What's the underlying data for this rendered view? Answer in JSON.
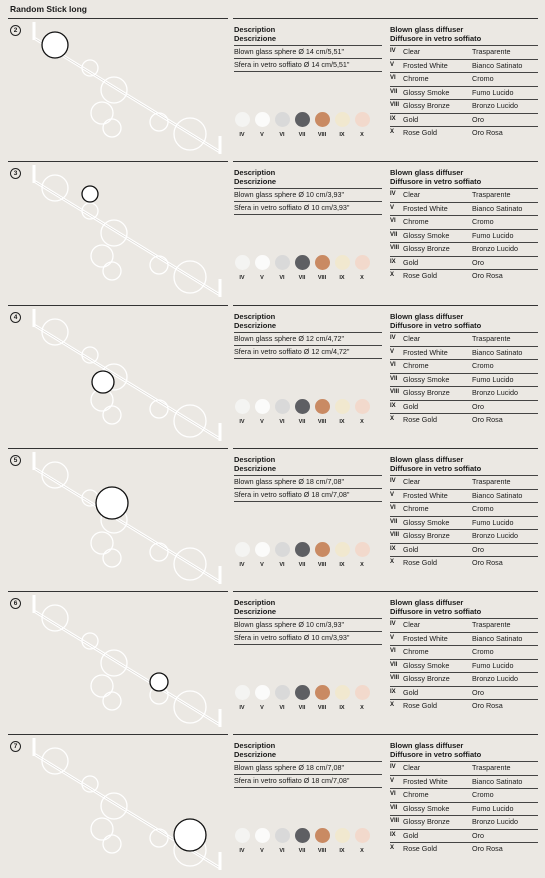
{
  "page_title": "Random Stick long",
  "sections": [
    {
      "number": "2",
      "desc_title_en": "Description",
      "desc_title_it": "Descrizione",
      "desc_en": "Blown glass sphere Ø 14 cm/5,51\"",
      "desc_it": "Sfera in vetro soffiato Ø 14 cm/5,51\"",
      "diff_title_en": "Blown glass diffuser",
      "diff_title_it": "Diffusore in vetro soffiato",
      "highlight_position": 0.0
    },
    {
      "number": "3",
      "desc_title_en": "Description",
      "desc_title_it": "Descrizione",
      "desc_en": "Blown glass sphere Ø 10 cm/3,93\"",
      "desc_it": "Sfera in vetro soffiato Ø 10 cm/3,93\"",
      "diff_title_en": "Blown glass diffuser",
      "diff_title_it": "Diffusore in vetro soffiato"
    },
    {
      "number": "4",
      "desc_title_en": "Description",
      "desc_title_it": "Descrizione",
      "desc_en": "Blown glass sphere Ø 12 cm/4,72\"",
      "desc_it": "Sfera in vetro soffiato Ø 12 cm/4,72\"",
      "diff_title_en": "Blown glass diffuser",
      "diff_title_it": "Diffusore in vetro soffiato"
    },
    {
      "number": "5",
      "desc_title_en": "Description",
      "desc_title_it": "Descrizione",
      "desc_en": "Blown glass sphere Ø 18 cm/7,08\"",
      "desc_it": "Sfera in vetro soffiato Ø 18 cm/7,08\"",
      "diff_title_en": "Blown glass diffuser",
      "diff_title_it": "Diffusore in vetro soffiato"
    },
    {
      "number": "6",
      "desc_title_en": "Description",
      "desc_title_it": "Descrizione",
      "desc_en": "Blown glass sphere Ø 10 cm/3,93\"",
      "desc_it": "Sfera in vetro soffiato Ø 10 cm/3,93\"",
      "diff_title_en": "Blown glass diffuser",
      "diff_title_it": "Diffusore in vetro soffiato"
    },
    {
      "number": "7",
      "desc_title_en": "Description",
      "desc_title_it": "Descrizione",
      "desc_en": "Blown glass sphere Ø 18 cm/7,08\"",
      "desc_it": "Sfera in vetro soffiato Ø 18 cm/7,08\"",
      "diff_title_en": "Blown glass diffuser",
      "diff_title_it": "Diffusore in vetro soffiato"
    }
  ],
  "finishes": [
    {
      "roman": "IV",
      "en": "Clear",
      "it": "Trasparente",
      "color": "#f4f4f2"
    },
    {
      "roman": "V",
      "en": "Frosted White",
      "it": "Bianco Satinato",
      "color": "#fbfbfa"
    },
    {
      "roman": "VI",
      "en": "Chrome",
      "it": "Cromo",
      "color": "#d9d9d9"
    },
    {
      "roman": "VII",
      "en": "Glossy Smoke",
      "it": "Fumo Lucido",
      "color": "#5e5f63"
    },
    {
      "roman": "VIII",
      "en": "Glossy Bronze",
      "it": "Bronzo Lucido",
      "color": "#c98a63"
    },
    {
      "roman": "IX",
      "en": "Gold",
      "it": "Oro",
      "color": "#f1e8cf"
    },
    {
      "roman": "X",
      "en": "Rose Gold",
      "it": "Oro Rosa",
      "color": "#f2d9cc"
    }
  ],
  "swatch_labels": [
    "IV",
    "V",
    "VI",
    "VII",
    "VIII",
    "IX",
    "X"
  ]
}
